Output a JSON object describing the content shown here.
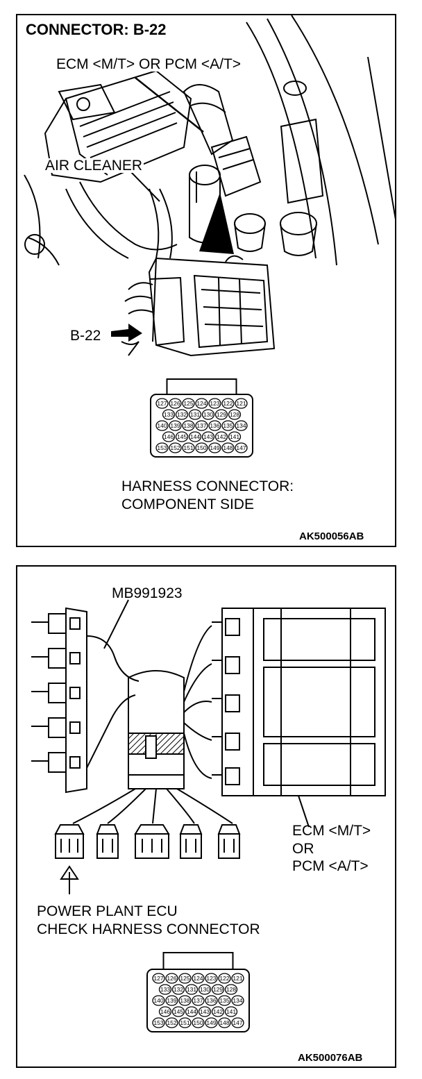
{
  "top": {
    "title": "CONNECTOR: B-22",
    "ecm_label": "ECM <M/T> OR PCM <A/T>",
    "air_cleaner_label": "AIR CLEANER",
    "connector_id": "B-22",
    "harness_line1": "HARNESS CONNECTOR:",
    "harness_line2": "COMPONENT SIDE",
    "figure_code": "AK500056AB"
  },
  "bottom": {
    "tool_label": "MB991923",
    "ecm_line1": "ECM <M/T>",
    "ecm_line2": "OR",
    "ecm_line3": "PCM <A/T>",
    "check_line1": "POWER PLANT ECU",
    "check_line2": "CHECK HARNESS CONNECTOR",
    "figure_code": "AK500076AB"
  },
  "connector_pins": {
    "rows": [
      [
        "127",
        "126",
        "125",
        "124",
        "123",
        "122",
        "121"
      ],
      [
        "133",
        "132",
        "131",
        "130",
        "129",
        "128"
      ],
      [
        "140",
        "139",
        "138",
        "137",
        "136",
        "135",
        "134"
      ],
      [
        "146",
        "145",
        "144",
        "143",
        "142",
        "141"
      ],
      [
        "153",
        "152",
        "151",
        "150",
        "149",
        "148",
        "147"
      ]
    ]
  }
}
